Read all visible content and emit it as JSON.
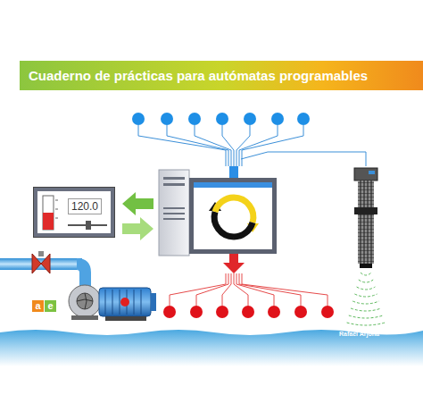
{
  "diagram": {
    "title": "Cuaderno de prácticas para autómatas programables",
    "nodes": [
      {
        "text": [
          "120.0"
        ]
      }
    ],
    "labels": [
      "a",
      "e",
      "Rafael Arjona"
    ]
  }
}
